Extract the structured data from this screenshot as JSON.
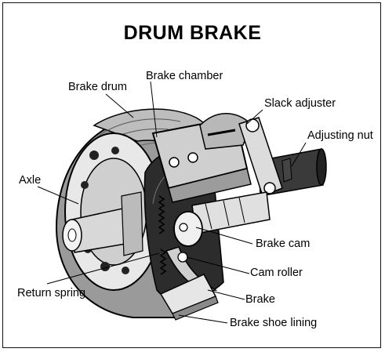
{
  "title": "DRUM BRAKE",
  "labels": {
    "brake_drum": "Brake drum",
    "brake_chamber": "Brake chamber",
    "slack_adjuster": "Slack adjuster",
    "adjusting_nut": "Adjusting nut",
    "axle": "Axle",
    "brake_cam": "Brake cam",
    "cam_roller": "Cam roller",
    "return_spring": "Return spring",
    "brake": "Brake",
    "brake_shoe_lining": "Brake shoe lining"
  }
}
